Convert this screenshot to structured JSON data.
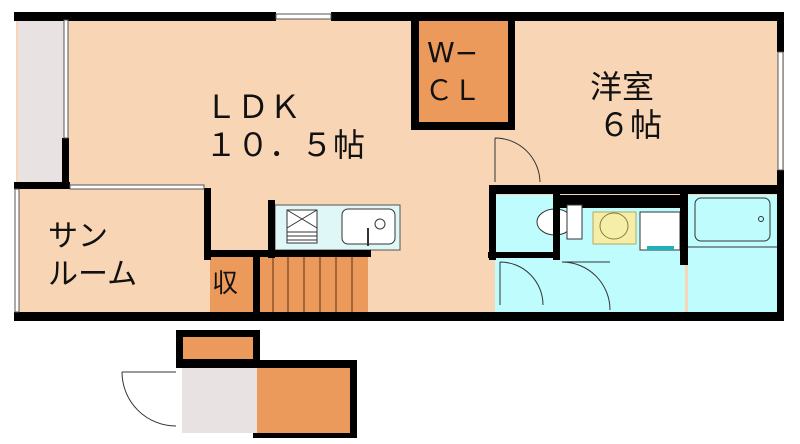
{
  "floorplan": {
    "colors": {
      "room": "#f8d5b4",
      "closet": "#ec9a5c",
      "water": "#bffcfd",
      "sunroom_deck": "#e8e2e2",
      "entry": "#e8e2e2",
      "wall": "#000000",
      "kitchen_counter": "#e0f7f7",
      "basin": "#f5eea8",
      "washer_accent": "#20b0b8"
    },
    "rooms": {
      "ldk": {
        "name": "ＬＤＫ",
        "size": "１０．５帖"
      },
      "western_room": {
        "name": "洋室",
        "size": "６帖"
      },
      "walk_in_closet": {
        "name_line1": "W−",
        "name_line2": "ＣＬ"
      },
      "sunroom": {
        "name_line1": "サン",
        "name_line2": "ルーム"
      },
      "storage": {
        "name": "収"
      }
    }
  }
}
